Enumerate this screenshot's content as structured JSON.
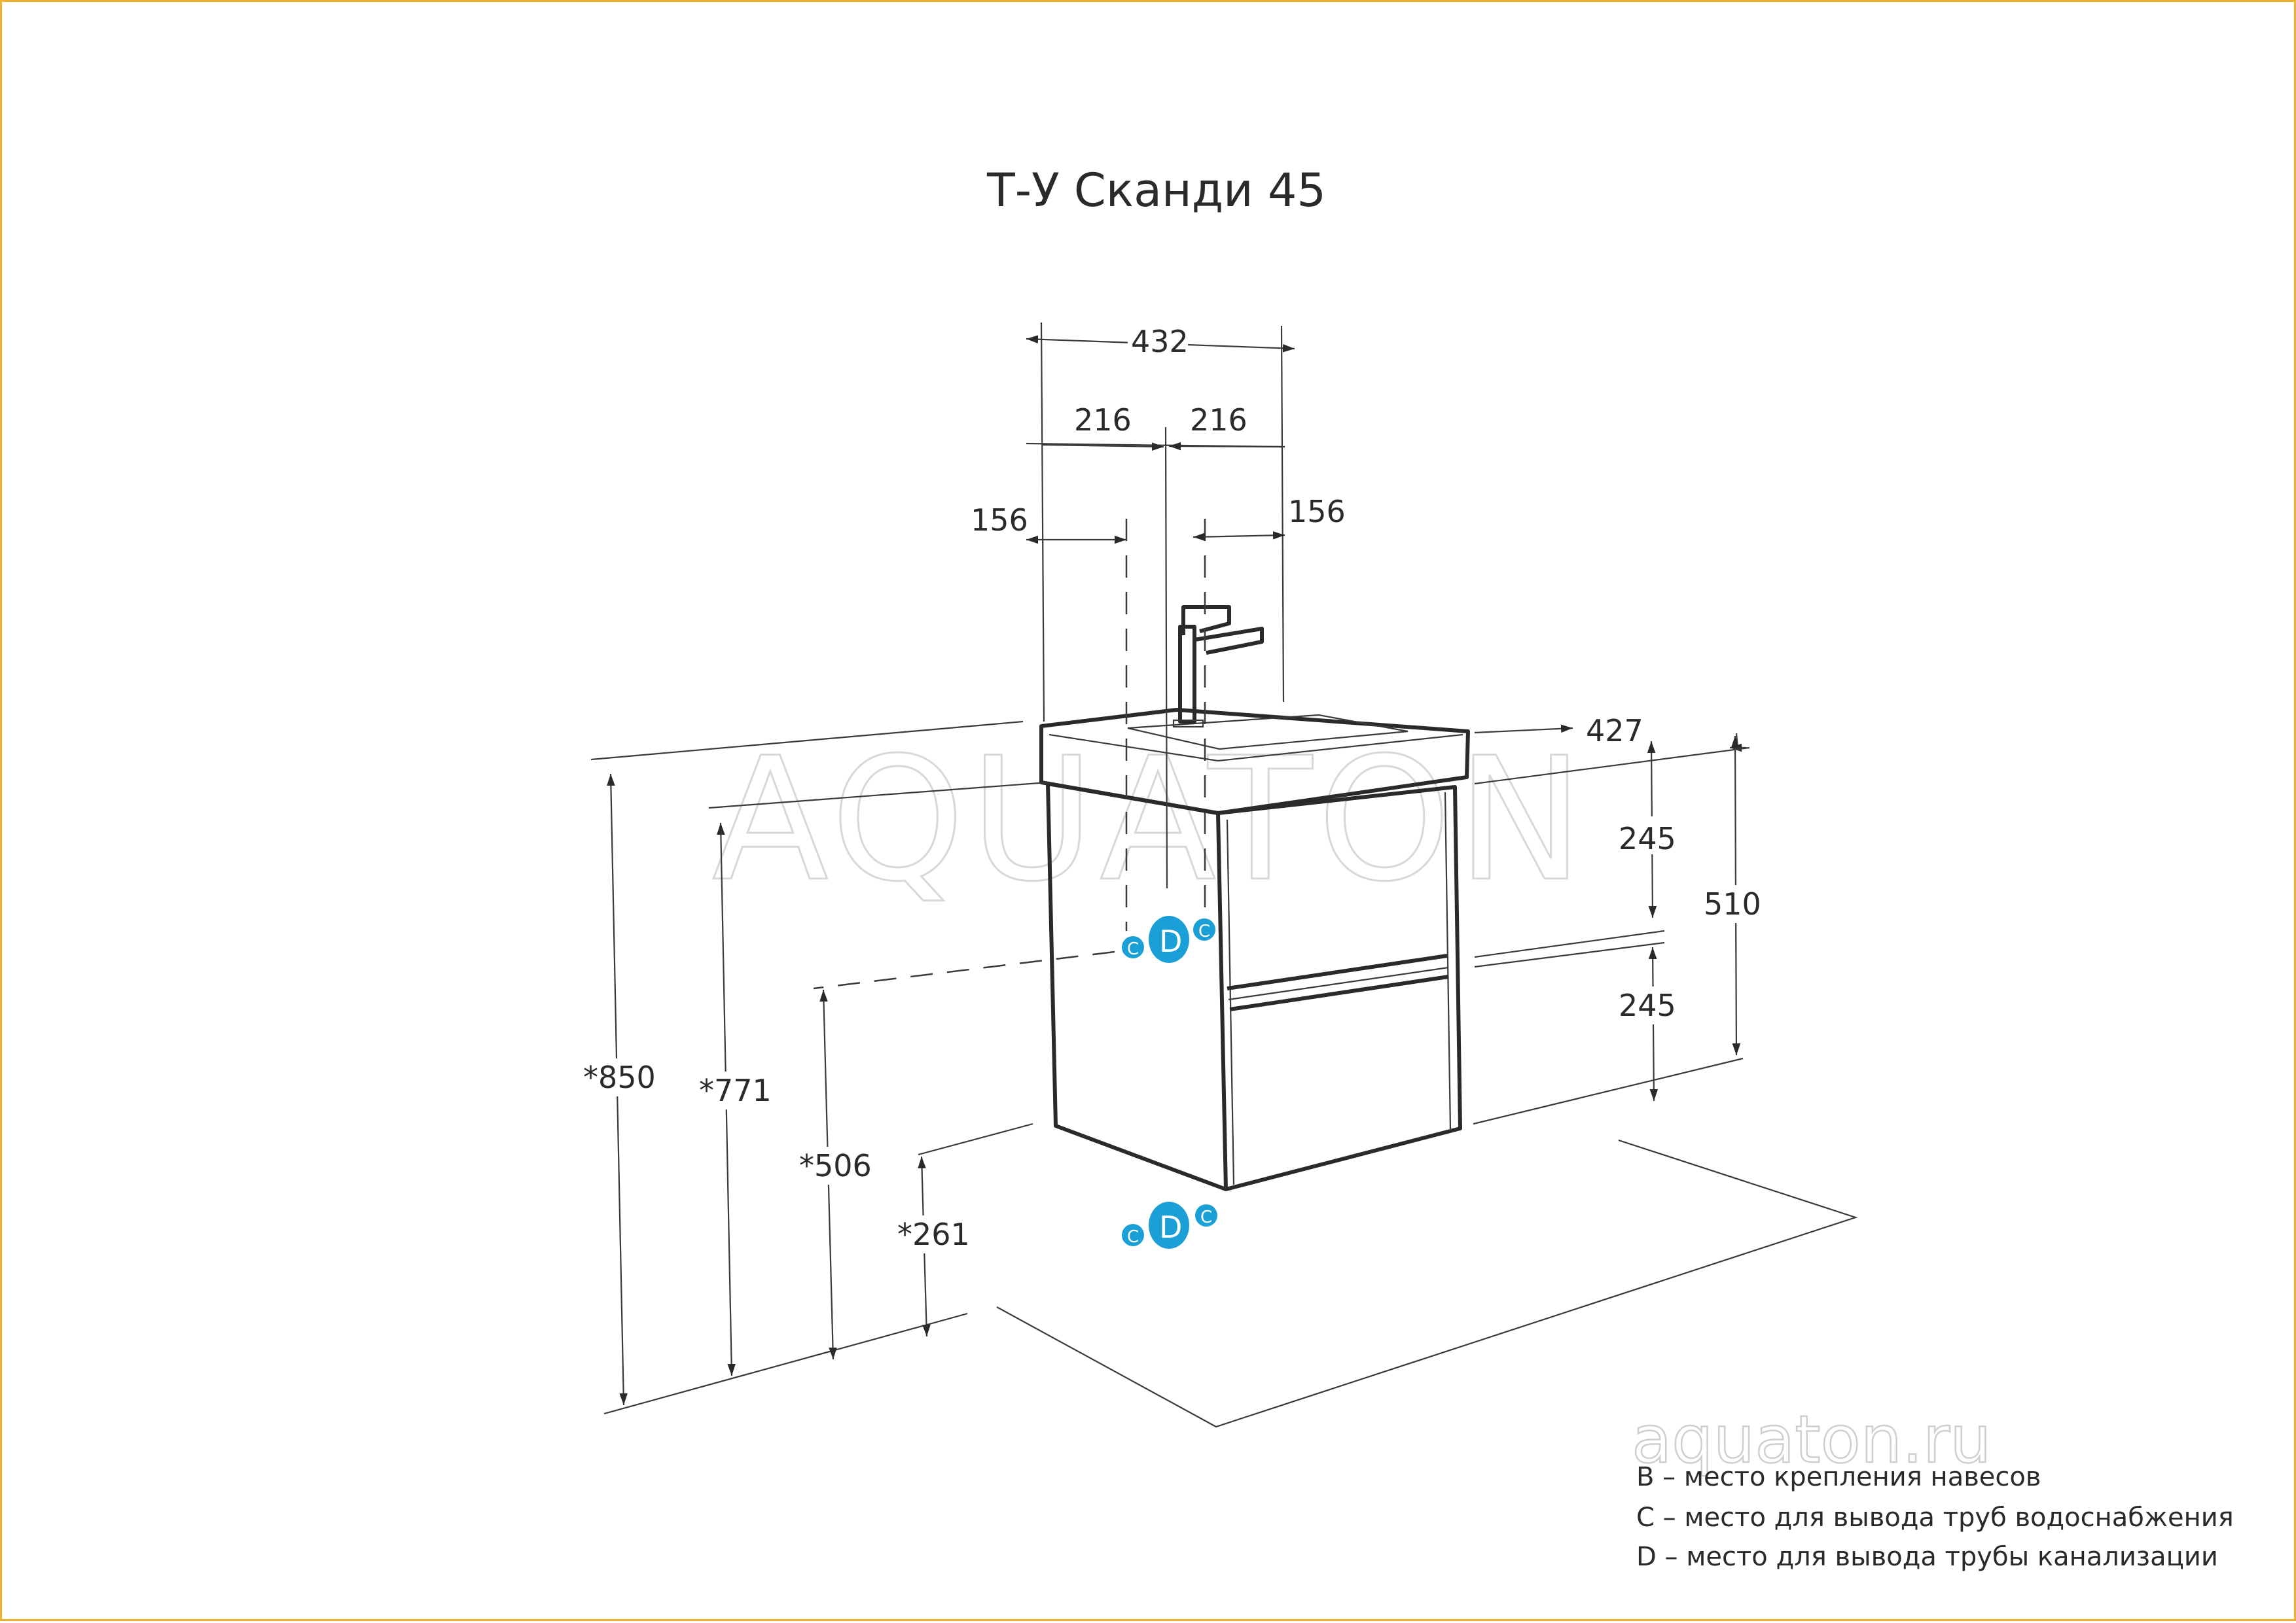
{
  "title": "Т-У Сканди 45",
  "watermark": {
    "brand": "AQUATON",
    "url": "aquaton.ru"
  },
  "dimensions": {
    "total_width": "432",
    "half_left": "216",
    "half_right": "216",
    "offset_left": "156",
    "offset_right": "156",
    "depth": "427",
    "upper_drawer": "245",
    "lower_drawer": "245",
    "body_height": "510",
    "total_height": "*850",
    "top_height": "*771",
    "drain_height": "*506",
    "water_height": "*261"
  },
  "markers": {
    "c": "C",
    "d": "D"
  },
  "legend": [
    "B – место крепления навесов",
    "C – место для вывода труб водоснабжения",
    "D – место для вывода трубы канализации"
  ],
  "colors": {
    "marker": "#1a9fd6",
    "line": "#2a2a2a",
    "frame": "#f0b030"
  }
}
